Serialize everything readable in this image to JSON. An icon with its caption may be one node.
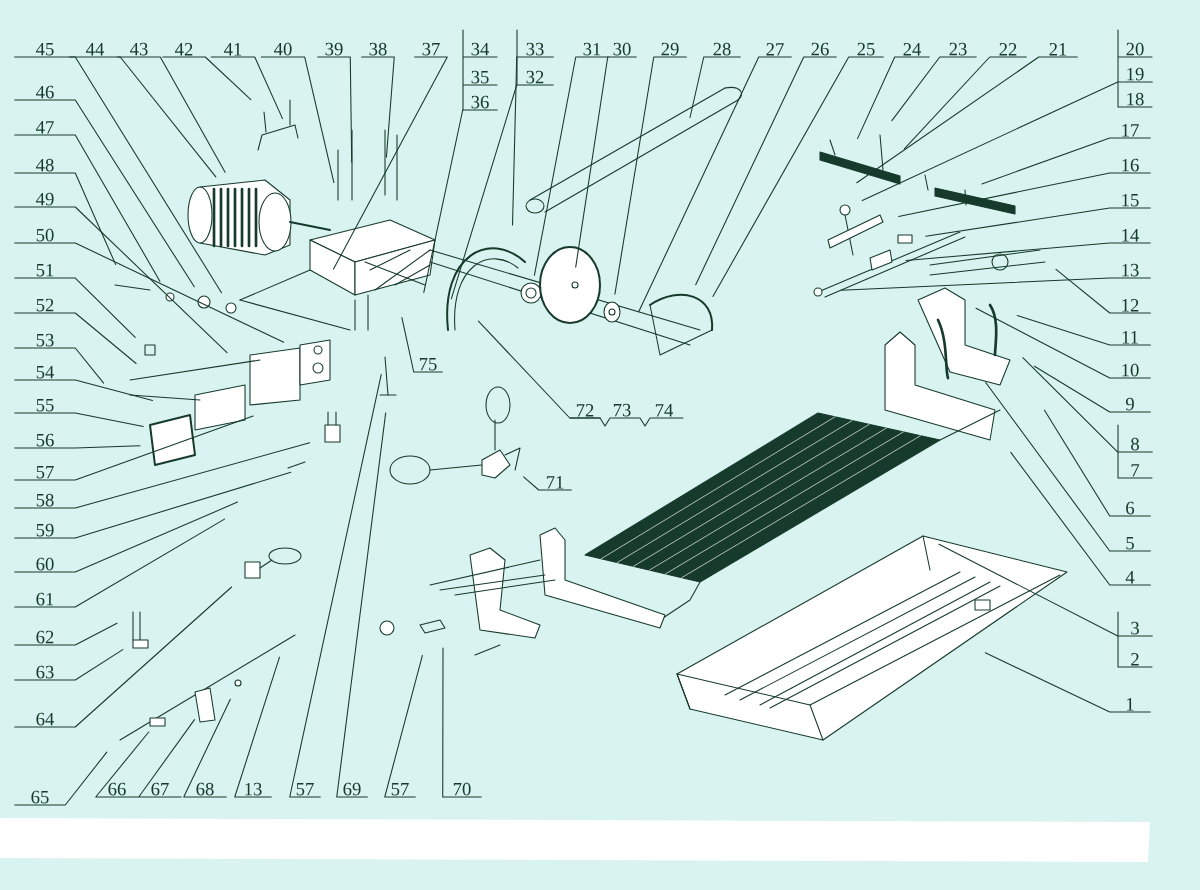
{
  "diagram": {
    "nodes": [
      {
        "text": [
          "45"
        ]
      },
      {
        "text": [
          "44"
        ]
      },
      {
        "text": [
          "43"
        ]
      },
      {
        "text": [
          "42"
        ]
      },
      {
        "text": [
          "41"
        ]
      },
      {
        "text": [
          "40"
        ]
      },
      {
        "text": [
          "39"
        ]
      },
      {
        "text": [
          "38"
        ]
      },
      {
        "text": [
          "37"
        ]
      },
      {
        "text": [
          "34"
        ]
      },
      {
        "text": [
          "35"
        ]
      },
      {
        "text": [
          "36"
        ]
      },
      {
        "text": [
          "33"
        ]
      },
      {
        "text": [
          "32"
        ]
      },
      {
        "text": [
          "31"
        ]
      },
      {
        "text": [
          "30"
        ]
      },
      {
        "text": [
          "29"
        ]
      },
      {
        "text": [
          "28"
        ]
      },
      {
        "text": [
          "27"
        ]
      },
      {
        "text": [
          "26"
        ]
      },
      {
        "text": [
          "25"
        ]
      },
      {
        "text": [
          "24"
        ]
      },
      {
        "text": [
          "23"
        ]
      },
      {
        "text": [
          "22"
        ]
      },
      {
        "text": [
          "21"
        ]
      },
      {
        "text": [
          "20"
        ]
      },
      {
        "text": [
          "19"
        ]
      },
      {
        "text": [
          "18"
        ]
      },
      {
        "text": [
          "17"
        ]
      },
      {
        "text": [
          "16"
        ]
      },
      {
        "text": [
          "15"
        ]
      },
      {
        "text": [
          "14"
        ]
      },
      {
        "text": [
          "13"
        ]
      },
      {
        "text": [
          "12"
        ]
      },
      {
        "text": [
          "11"
        ]
      },
      {
        "text": [
          "10"
        ]
      },
      {
        "text": [
          "9"
        ]
      },
      {
        "text": [
          "8"
        ]
      },
      {
        "text": [
          "7"
        ]
      },
      {
        "text": [
          "6"
        ]
      },
      {
        "text": [
          "5"
        ]
      },
      {
        "text": [
          "4"
        ]
      },
      {
        "text": [
          "3"
        ]
      },
      {
        "text": [
          "2"
        ]
      },
      {
        "text": [
          "1"
        ]
      },
      {
        "text": [
          "46"
        ]
      },
      {
        "text": [
          "47"
        ]
      },
      {
        "text": [
          "48"
        ]
      },
      {
        "text": [
          "49"
        ]
      },
      {
        "text": [
          "50"
        ]
      },
      {
        "text": [
          "51"
        ]
      },
      {
        "text": [
          "52"
        ]
      },
      {
        "text": [
          "53"
        ]
      },
      {
        "text": [
          "54"
        ]
      },
      {
        "text": [
          "55"
        ]
      },
      {
        "text": [
          "56"
        ]
      },
      {
        "text": [
          "57"
        ]
      },
      {
        "text": [
          "58"
        ]
      },
      {
        "text": [
          "59"
        ]
      },
      {
        "text": [
          "60"
        ]
      },
      {
        "text": [
          "61"
        ]
      },
      {
        "text": [
          "62"
        ]
      },
      {
        "text": [
          "63"
        ]
      },
      {
        "text": [
          "64"
        ]
      },
      {
        "text": [
          "65"
        ]
      },
      {
        "text": [
          "66"
        ]
      },
      {
        "text": [
          "67"
        ]
      },
      {
        "text": [
          "68"
        ]
      },
      {
        "text": [
          "13"
        ]
      },
      {
        "text": [
          "57"
        ]
      },
      {
        "text": [
          "69"
        ]
      },
      {
        "text": [
          "57"
        ]
      },
      {
        "text": [
          "70"
        ]
      },
      {
        "text": [
          "75"
        ]
      },
      {
        "text": [
          "71"
        ]
      },
      {
        "text": [
          "72"
        ]
      },
      {
        "text": [
          "73"
        ]
      },
      {
        "text": [
          "74"
        ]
      }
    ],
    "edges": [
      {
        "from": 0,
        "to": null,
        "arrow": "none"
      },
      {
        "from": 1,
        "to": null,
        "arrow": "none"
      },
      {
        "from": 2,
        "to": null,
        "arrow": "none"
      },
      {
        "from": 3,
        "to": null,
        "arrow": "none"
      },
      {
        "from": 4,
        "to": null,
        "arrow": "none"
      },
      {
        "from": 5,
        "to": null,
        "arrow": "none"
      },
      {
        "from": 6,
        "to": null,
        "arrow": "none"
      },
      {
        "from": 7,
        "to": null,
        "arrow": "none"
      },
      {
        "from": 8,
        "to": null,
        "arrow": "none"
      },
      {
        "from": 11,
        "to": null,
        "arrow": "none"
      },
      {
        "from": 12,
        "to": null,
        "arrow": "none"
      },
      {
        "from": 13,
        "to": null,
        "arrow": "none"
      },
      {
        "from": 14,
        "to": null,
        "arrow": "none"
      },
      {
        "from": 15,
        "to": null,
        "arrow": "none"
      },
      {
        "from": 16,
        "to": null,
        "arrow": "none"
      },
      {
        "from": 17,
        "to": null,
        "arrow": "none"
      },
      {
        "from": 18,
        "to": null,
        "arrow": "none"
      },
      {
        "from": 19,
        "to": null,
        "arrow": "none"
      },
      {
        "from": 20,
        "to": null,
        "arrow": "none"
      },
      {
        "from": 21,
        "to": null,
        "arrow": "none"
      },
      {
        "from": 22,
        "to": null,
        "arrow": "none"
      },
      {
        "from": 23,
        "to": null,
        "arrow": "none"
      },
      {
        "from": 24,
        "to": null,
        "arrow": "none"
      },
      {
        "from": 26,
        "to": null,
        "arrow": "none"
      },
      {
        "from": 28,
        "to": null,
        "arrow": "none"
      },
      {
        "from": 29,
        "to": null,
        "arrow": "none"
      },
      {
        "from": 30,
        "to": null,
        "arrow": "none"
      },
      {
        "from": 31,
        "to": null,
        "arrow": "none"
      },
      {
        "from": 32,
        "to": null,
        "arrow": "none"
      },
      {
        "from": 33,
        "to": null,
        "arrow": "none"
      },
      {
        "from": 34,
        "to": null,
        "arrow": "none"
      },
      {
        "from": 35,
        "to": null,
        "arrow": "none"
      },
      {
        "from": 36,
        "to": null,
        "arrow": "none"
      },
      {
        "from": 37,
        "to": null,
        "arrow": "none"
      },
      {
        "from": 39,
        "to": null,
        "arrow": "none"
      },
      {
        "from": 40,
        "to": null,
        "arrow": "none"
      },
      {
        "from": 41,
        "to": null,
        "arrow": "none"
      },
      {
        "from": 42,
        "to": null,
        "arrow": "none"
      },
      {
        "from": 44,
        "to": null,
        "arrow": "none"
      },
      {
        "from": 45,
        "to": null,
        "arrow": "none"
      },
      {
        "from": 46,
        "to": null,
        "arrow": "none"
      },
      {
        "from": 47,
        "to": null,
        "arrow": "none"
      },
      {
        "from": 48,
        "to": null,
        "arrow": "none"
      },
      {
        "from": 49,
        "to": null,
        "arrow": "none"
      },
      {
        "from": 50,
        "to": null,
        "arrow": "none"
      },
      {
        "from": 51,
        "to": null,
        "arrow": "none"
      },
      {
        "from": 52,
        "to": null,
        "arrow": "none"
      },
      {
        "from": 53,
        "to": null,
        "arrow": "none"
      },
      {
        "from": 54,
        "to": null,
        "arrow": "none"
      },
      {
        "from": 55,
        "to": null,
        "arrow": "none"
      },
      {
        "from": 56,
        "to": null,
        "arrow": "none"
      },
      {
        "from": 57,
        "to": null,
        "arrow": "none"
      },
      {
        "from": 58,
        "to": null,
        "arrow": "none"
      },
      {
        "from": 59,
        "to": null,
        "arrow": "none"
      },
      {
        "from": 60,
        "to": null,
        "arrow": "none"
      },
      {
        "from": 61,
        "to": null,
        "arrow": "none"
      },
      {
        "from": 62,
        "to": null,
        "arrow": "none"
      },
      {
        "from": 63,
        "to": null,
        "arrow": "none"
      },
      {
        "from": 64,
        "to": null,
        "arrow": "none"
      },
      {
        "from": 65,
        "to": null,
        "arrow": "none"
      },
      {
        "from": 66,
        "to": null,
        "arrow": "none"
      },
      {
        "from": 67,
        "to": null,
        "arrow": "none"
      },
      {
        "from": 68,
        "to": null,
        "arrow": "none"
      },
      {
        "from": 69,
        "to": null,
        "arrow": "none"
      },
      {
        "from": 70,
        "to": null,
        "arrow": "none"
      },
      {
        "from": 71,
        "to": null,
        "arrow": "none"
      },
      {
        "from": 72,
        "to": null,
        "arrow": "none"
      },
      {
        "from": 73,
        "to": null,
        "arrow": "none"
      },
      {
        "from": 74,
        "to": null,
        "arrow": "none"
      },
      {
        "from": 75,
        "to": null,
        "arrow": "none"
      }
    ]
  }
}
